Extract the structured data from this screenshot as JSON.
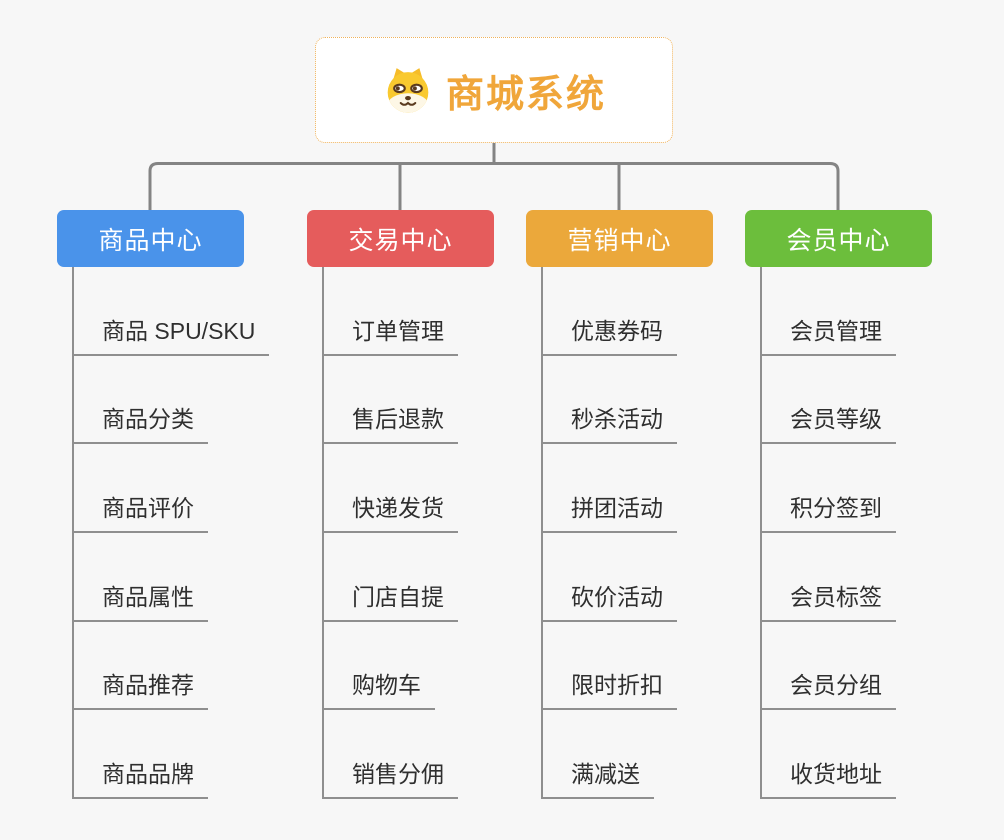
{
  "canvas": {
    "background": "#f7f7f7",
    "connector_color": "#848484",
    "trunk_color": "#8f8f8f"
  },
  "root": {
    "title": "商城系统",
    "icon": "shiba-dog-icon",
    "text_color": "#f0a63a",
    "border_color": "#f0b35c"
  },
  "branches": [
    {
      "label": "商品中心",
      "color": "#4a93ea",
      "children": [
        "商品 SPU/SKU",
        "商品分类",
        "商品评价",
        "商品属性",
        "商品推荐",
        "商品品牌"
      ]
    },
    {
      "label": "交易中心",
      "color": "#e55c5c",
      "children": [
        "订单管理",
        "售后退款",
        "快递发货",
        "门店自提",
        "购物车",
        "销售分佣"
      ]
    },
    {
      "label": "营销中心",
      "color": "#eba83b",
      "children": [
        "优惠券码",
        "秒杀活动",
        "拼团活动",
        "砍价活动",
        "限时折扣",
        "满减送"
      ]
    },
    {
      "label": "会员中心",
      "color": "#6cbe3c",
      "children": [
        "会员管理",
        "会员等级",
        "积分签到",
        "会员标签",
        "会员分组",
        "收货地址"
      ]
    }
  ]
}
